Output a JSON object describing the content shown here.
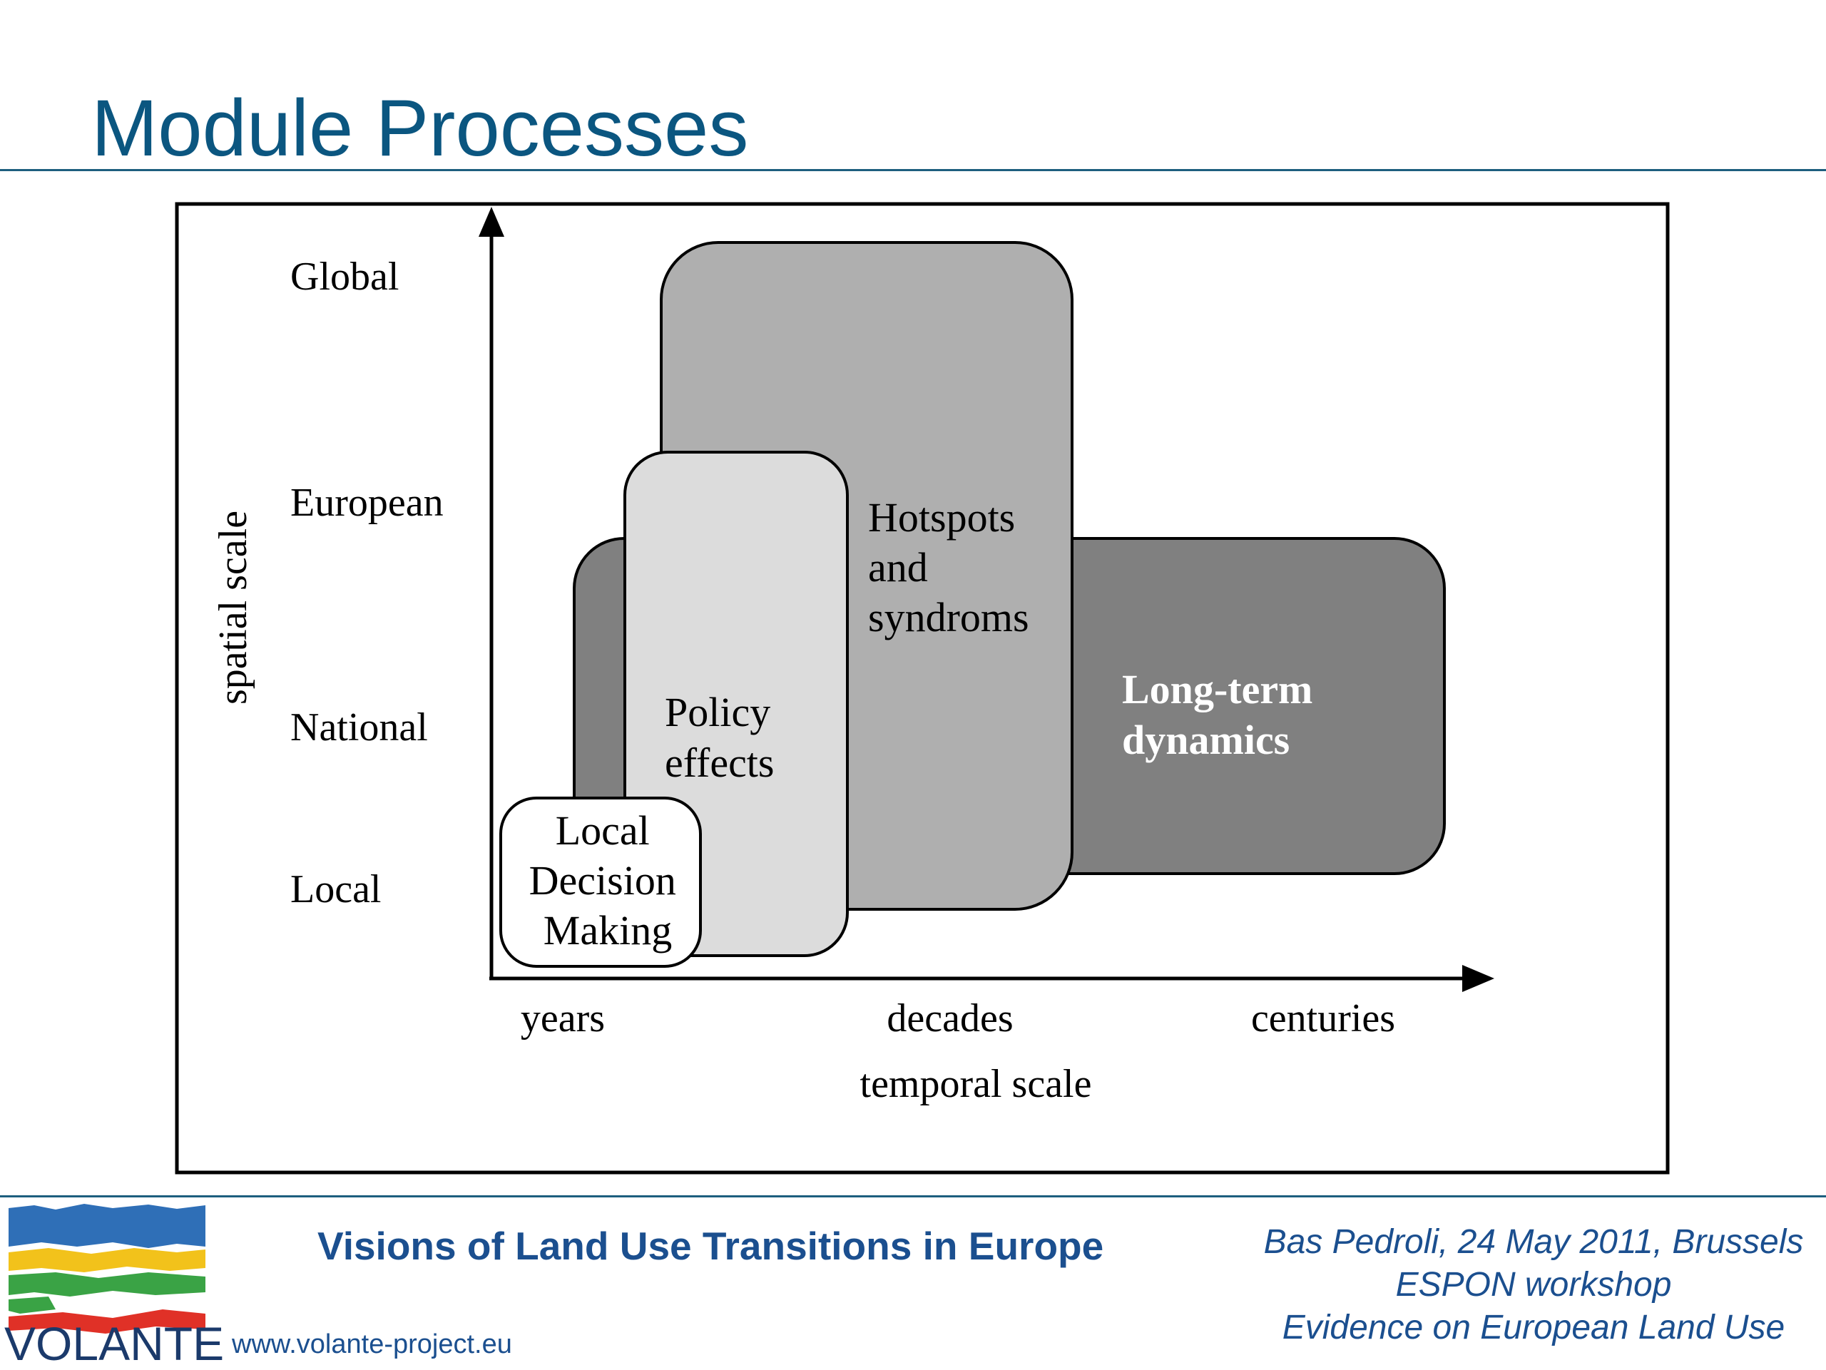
{
  "slide": {
    "title": "Module Processes"
  },
  "diagram": {
    "y_axis_label": "spatial scale",
    "x_axis_label": "temporal scale",
    "y_levels": [
      "Global",
      "European",
      "National",
      "Local"
    ],
    "x_levels": [
      "years",
      "decades",
      "centuries"
    ],
    "boxes": [
      {
        "id": "long-term-dynamics",
        "lines": [
          "Long-term",
          "dynamics"
        ],
        "fill": "#808080",
        "text_color": "#ffffff",
        "bold": true
      },
      {
        "id": "hotspots-and-syndroms",
        "lines": [
          "Hotspots",
          "and",
          "syndroms"
        ],
        "fill": "#afafaf",
        "text_color": "#000000",
        "bold": false
      },
      {
        "id": "policy-effects",
        "lines": [
          "Policy",
          "effects"
        ],
        "fill": "#dcdcdc",
        "text_color": "#000000",
        "bold": false
      },
      {
        "id": "local-decision-making",
        "lines": [
          "Local",
          "Decision",
          "Making"
        ],
        "fill": "#ffffff",
        "text_color": "#000000",
        "bold": false
      }
    ]
  },
  "footer": {
    "title": "Visions of Land Use Transitions in Europe",
    "url": "www.volante-project.eu",
    "author_line": "Bas Pedroli, 24 May 2011, Brussels",
    "event_line": "ESPON workshop",
    "subtitle_line": "Evidence on European Land Use",
    "logo_text": "VOLANTE"
  },
  "colors": {
    "title": "#0b5680",
    "footer_text": "#1b4f8f",
    "rule": "#1d5e7e"
  }
}
